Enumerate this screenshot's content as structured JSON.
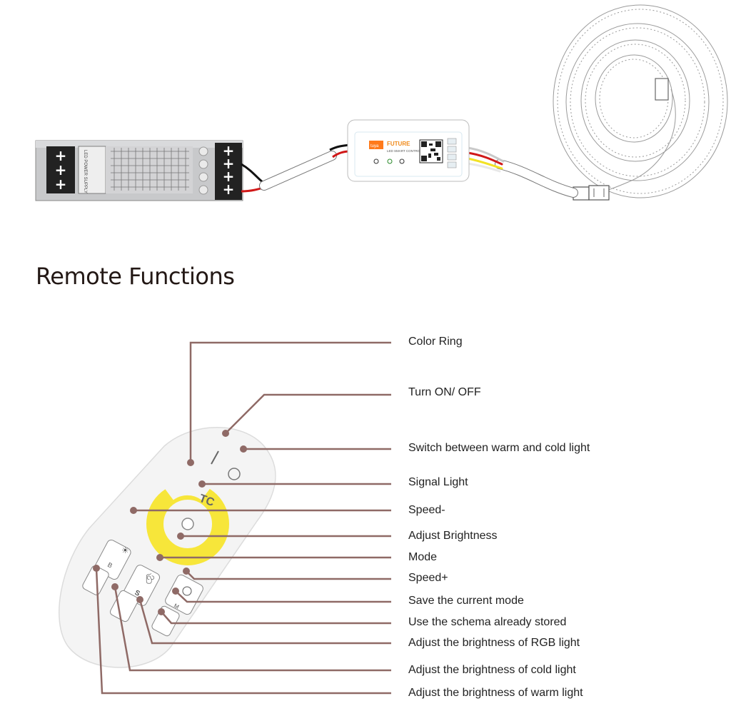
{
  "title": "Remote Functions",
  "remote": {
    "brand_text": "TC",
    "off_symbol": "I",
    "on_symbol": "O",
    "button_letters": {
      "b": "B",
      "s": "S",
      "m": "M"
    }
  },
  "controller": {
    "brand": "FUTURE",
    "tag": "tuya",
    "subtitle": "LED SMART CONTROLLER"
  },
  "power_supply": {
    "label": "LED POWER SUPPLY"
  },
  "callouts": [
    "Color  Ring",
    "Turn ON/ OFF",
    "Switch between warm and cold light",
    "Signal Light",
    "Speed-",
    "Adjust Brightness",
    "Mode",
    "Speed+",
    "Save the current mode",
    "Use the schema already stored",
    "Adjust the brightness of RGB light",
    "Adjust the brightness of cold light",
    "Adjust the brightness of warm light"
  ],
  "colors": {
    "leader_line": "#8f6a66",
    "ring": "#f7e63a",
    "title": "#231815"
  }
}
